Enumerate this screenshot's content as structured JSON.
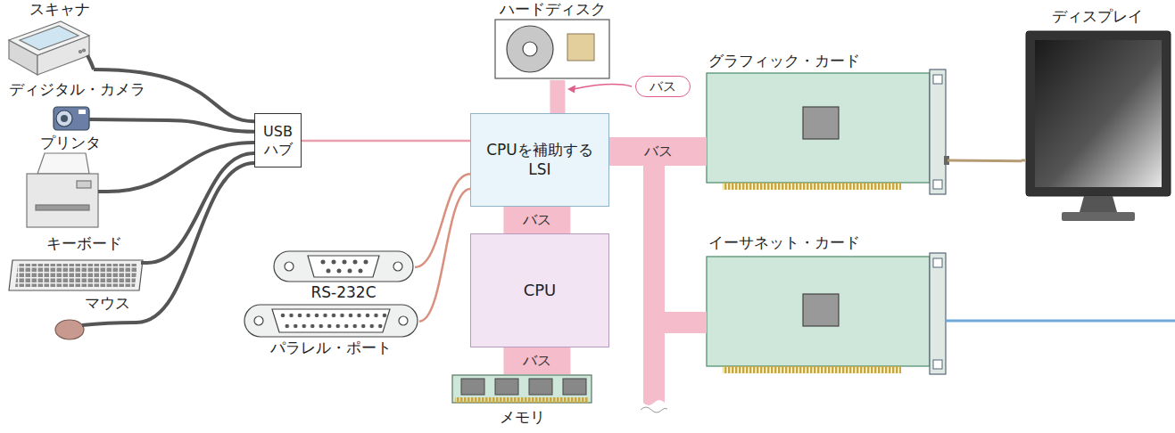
{
  "diagram": {
    "nodes": [
      {
        "text": [
          "スキャナ"
        ]
      },
      {
        "text": [
          "ディジタル・カメラ"
        ]
      },
      {
        "text": [
          "プリンタ"
        ]
      },
      {
        "text": [
          "キーボード"
        ]
      },
      {
        "text": [
          "マウス"
        ]
      },
      {
        "text": [
          "USB ハブ"
        ]
      },
      {
        "text": [
          "ハードディスク"
        ]
      },
      {
        "text": [
          "CPUを補助する LSI"
        ]
      },
      {
        "text": [
          "CPU"
        ]
      },
      {
        "text": [
          "メモリ"
        ]
      },
      {
        "text": [
          "RS-232C"
        ]
      },
      {
        "text": [
          "パラレル・ポート"
        ]
      },
      {
        "text": [
          "グラフィック・カード"
        ]
      },
      {
        "text": [
          "イーサネット・カード"
        ]
      },
      {
        "text": [
          "ディスプレイ"
        ]
      }
    ],
    "edges": [
      {
        "from": 0,
        "to": 5,
        "arrow": "none"
      },
      {
        "from": 1,
        "to": 5,
        "arrow": "none"
      },
      {
        "from": 2,
        "to": 5,
        "arrow": "none"
      },
      {
        "from": 3,
        "to": 5,
        "arrow": "none"
      },
      {
        "from": 4,
        "to": 5,
        "arrow": "none"
      },
      {
        "from": 5,
        "to": 7,
        "arrow": "none"
      },
      {
        "from": 6,
        "to": 7,
        "arrow": "none"
      },
      {
        "from": 10,
        "to": 7,
        "arrow": "none"
      },
      {
        "from": 11,
        "to": 7,
        "arrow": "none"
      },
      {
        "from": 7,
        "to": 8,
        "label": "バス",
        "arrow": "none"
      },
      {
        "from": 8,
        "to": 9,
        "label": "バス",
        "arrow": "none"
      },
      {
        "from": 7,
        "to": 12,
        "label": "バス",
        "arrow": "none"
      },
      {
        "from": 7,
        "to": 13,
        "arrow": "none"
      },
      {
        "from": 12,
        "to": 14,
        "arrow": "none"
      }
    ],
    "labels": [
      "バス"
    ]
  }
}
